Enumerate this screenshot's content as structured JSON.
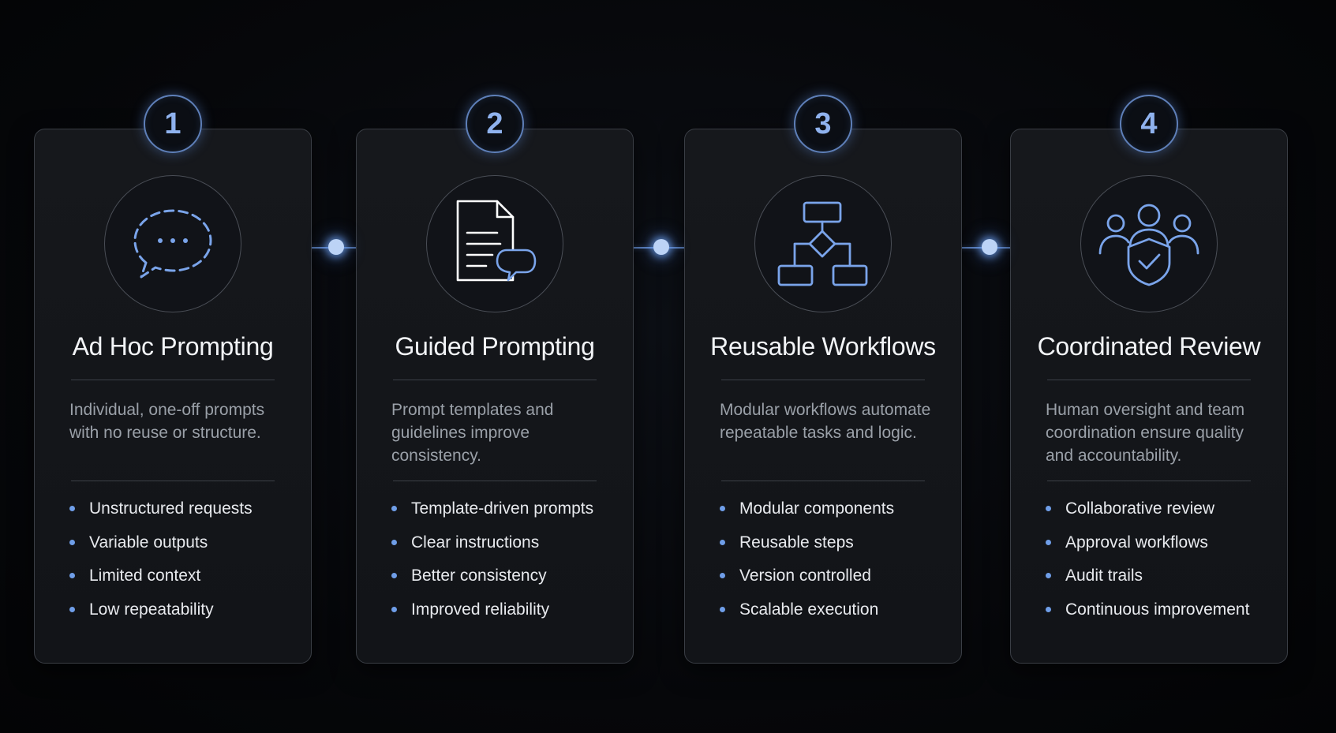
{
  "colors": {
    "accent": "#6f9ee8",
    "badge_text": "#8fb2ee",
    "title": "#f2f4f7",
    "description": "#9aa0a8",
    "card_border": "#3a3e45",
    "background": "#050608"
  },
  "stages": [
    {
      "number": "1",
      "icon": "chat-bubble-icon",
      "title": "Ad Hoc Prompting",
      "description": "Individual, one-off prompts with no reuse or structure.",
      "features": [
        "Unstructured requests",
        "Variable outputs",
        "Limited context",
        "Low repeatability"
      ]
    },
    {
      "number": "2",
      "icon": "document-chat-icon",
      "title": "Guided Prompting",
      "description": "Prompt templates and guidelines improve consistency.",
      "features": [
        "Template-driven prompts",
        "Clear instructions",
        "Better consistency",
        "Improved reliability"
      ]
    },
    {
      "number": "3",
      "icon": "flowchart-icon",
      "title": "Reusable Workflows",
      "description": "Modular workflows automate repeatable tasks and logic.",
      "features": [
        "Modular components",
        "Reusable steps",
        "Version controlled",
        "Scalable execution"
      ]
    },
    {
      "number": "4",
      "icon": "team-shield-icon",
      "title": "Coordinated Review",
      "description": "Human oversight and team coordination ensure quality and accountability.",
      "features": [
        "Collaborative review",
        "Approval workflows",
        "Audit trails",
        "Continuous improvement"
      ]
    }
  ]
}
